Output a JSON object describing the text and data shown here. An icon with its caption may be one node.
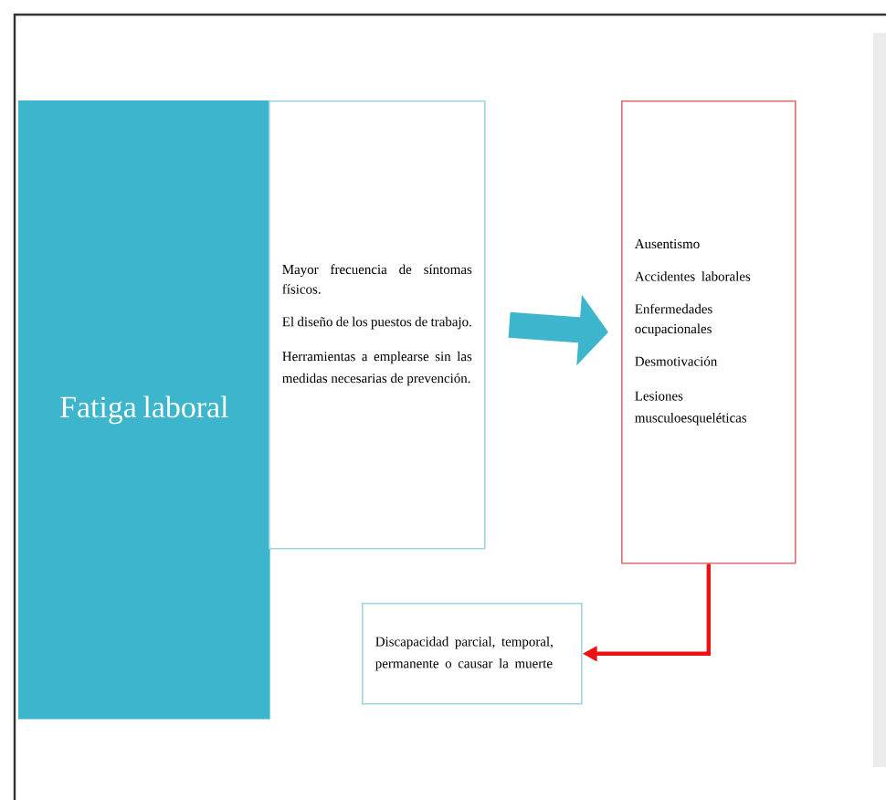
{
  "diagram": {
    "nodes": [
      {
        "text": [
          "Fatiga laboral"
        ]
      },
      {
        "text": [
          "Mayor frecuencia de síntomas físicos.",
          "El diseño de los puestos de trabajo.",
          "Herramientas a emplearse sin las medidas necesarias de prevención."
        ]
      },
      {
        "text": [
          "Ausentismo",
          "Accidentes laborales",
          "Enfermedades ocupacionales",
          "Desmotivación",
          "Lesiones musculoesqueléticas"
        ]
      },
      {
        "text": [
          "Discapacidad parcial, temporal, permanente o causar la muerte"
        ]
      }
    ],
    "edges": [
      {
        "from": 1,
        "to": 2,
        "arrow": "to",
        "style": "thick",
        "color": "#3db5cc"
      },
      {
        "from": 2,
        "to": 3,
        "arrow": "to",
        "color": "#ee1111"
      }
    ]
  }
}
